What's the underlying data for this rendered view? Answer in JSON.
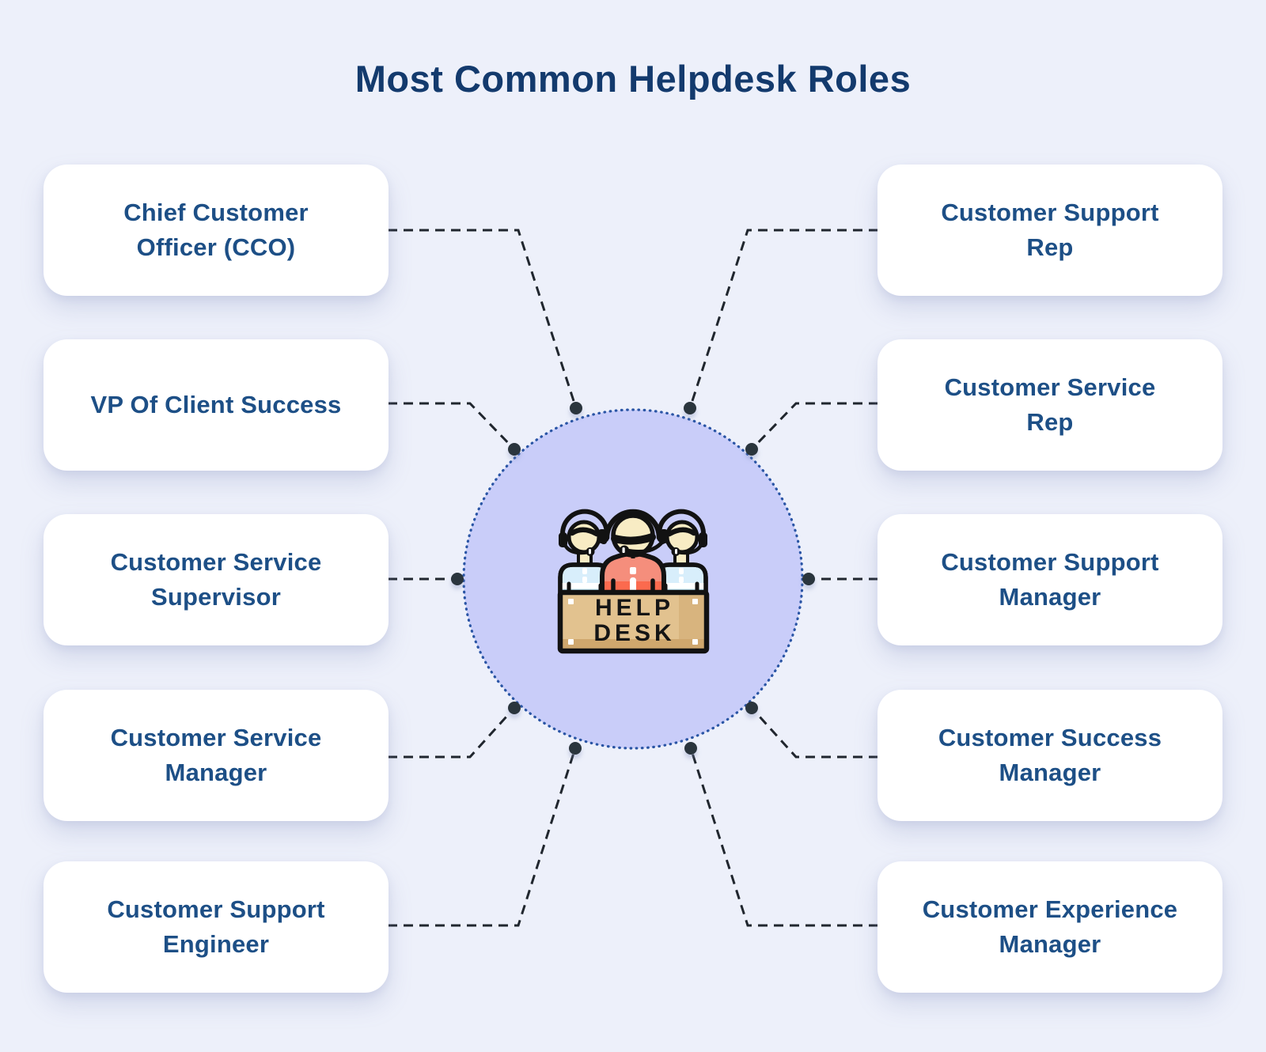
{
  "title": "Most Common Helpdesk Roles",
  "center": {
    "icon": "helpdesk-agents-icon",
    "sign_line1": "HELP",
    "sign_line2": "DESK"
  },
  "roles_left": [
    {
      "label": "Chief Customer\nOfficer (CCO)"
    },
    {
      "label": "VP Of Client Success"
    },
    {
      "label": "Customer Service\nSupervisor"
    },
    {
      "label": "Customer Service\nManager"
    },
    {
      "label": "Customer Support\nEngineer"
    }
  ],
  "roles_right": [
    {
      "label": "Customer Support\nRep"
    },
    {
      "label": "Customer Service\nRep"
    },
    {
      "label": "Customer Support\nManager"
    },
    {
      "label": "Customer Success\nManager"
    },
    {
      "label": "Customer Experience\nManager"
    }
  ],
  "colors": {
    "background": "#edf0fa",
    "card_background": "#ffffff",
    "card_text": "#1d4f86",
    "title_text": "#133a6d",
    "circle_fill": "#c9cdf9",
    "circle_border": "#2a55a5",
    "connector_line": "#20262e",
    "node_dot": "#2c343c",
    "icon_outline": "#121212",
    "icon_skin": "#f8ecc4",
    "icon_shirt_center_top": "#f58e7c",
    "icon_shirt_center_bottom": "#fb6a4e",
    "icon_shirt_side": "#d8eefb",
    "icon_shirt_side_band": "#c2e7f7",
    "icon_sign": "#e2c28f",
    "icon_sign_shade": "#cfa76d",
    "icon_sign_text": "#151515"
  }
}
